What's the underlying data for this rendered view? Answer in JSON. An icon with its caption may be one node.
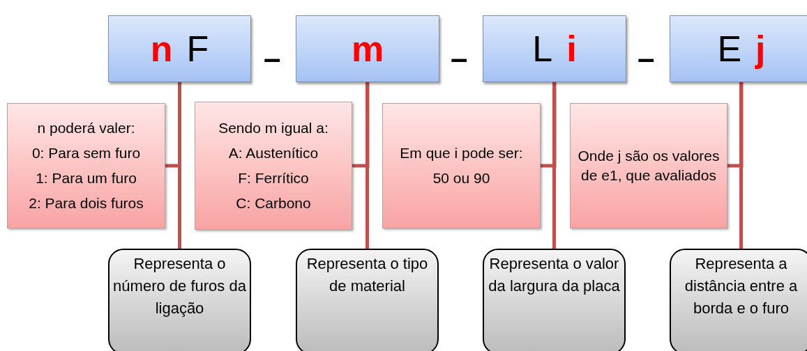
{
  "diagram": {
    "nodes": [
      {
        "text": [
          "n",
          "F"
        ]
      },
      {
        "text": [
          "m"
        ]
      },
      {
        "text": [
          "L",
          "i"
        ]
      },
      {
        "text": [
          "E",
          "j"
        ]
      },
      {
        "text": [
          "n poderá valer:",
          "0: Para sem furo",
          "1: Para um furo",
          "2: Para dois furos"
        ]
      },
      {
        "text": [
          "Sendo m igual a:",
          "A: Austenítico",
          "F: Ferrítico",
          "C: Carbono"
        ]
      },
      {
        "text": [
          "Em que i pode ser:",
          "50 ou 90"
        ]
      },
      {
        "text": [
          "Onde j são os valores de e1, que avaliados"
        ]
      },
      {
        "text": [
          "Representa o número de furos da ligação"
        ]
      },
      {
        "text": [
          "Representa o tipo de material"
        ]
      },
      {
        "text": [
          "Representa o valor da largura da placa"
        ]
      },
      {
        "text": [
          "Representa a distância entre a borda e o furo"
        ]
      }
    ],
    "edges": [
      {
        "from": 0,
        "to": 8,
        "arrow": "none"
      },
      {
        "from": 4,
        "to": 0,
        "arrow": "none"
      },
      {
        "from": 1,
        "to": 9,
        "arrow": "none"
      },
      {
        "from": 5,
        "to": 1,
        "arrow": "none"
      },
      {
        "from": 2,
        "to": 10,
        "arrow": "none"
      },
      {
        "from": 6,
        "to": 2,
        "arrow": "none"
      },
      {
        "from": 3,
        "to": 11,
        "arrow": "none"
      },
      {
        "from": 7,
        "to": 3,
        "arrow": "none"
      }
    ],
    "labels": [
      "–",
      "–",
      "–"
    ]
  }
}
